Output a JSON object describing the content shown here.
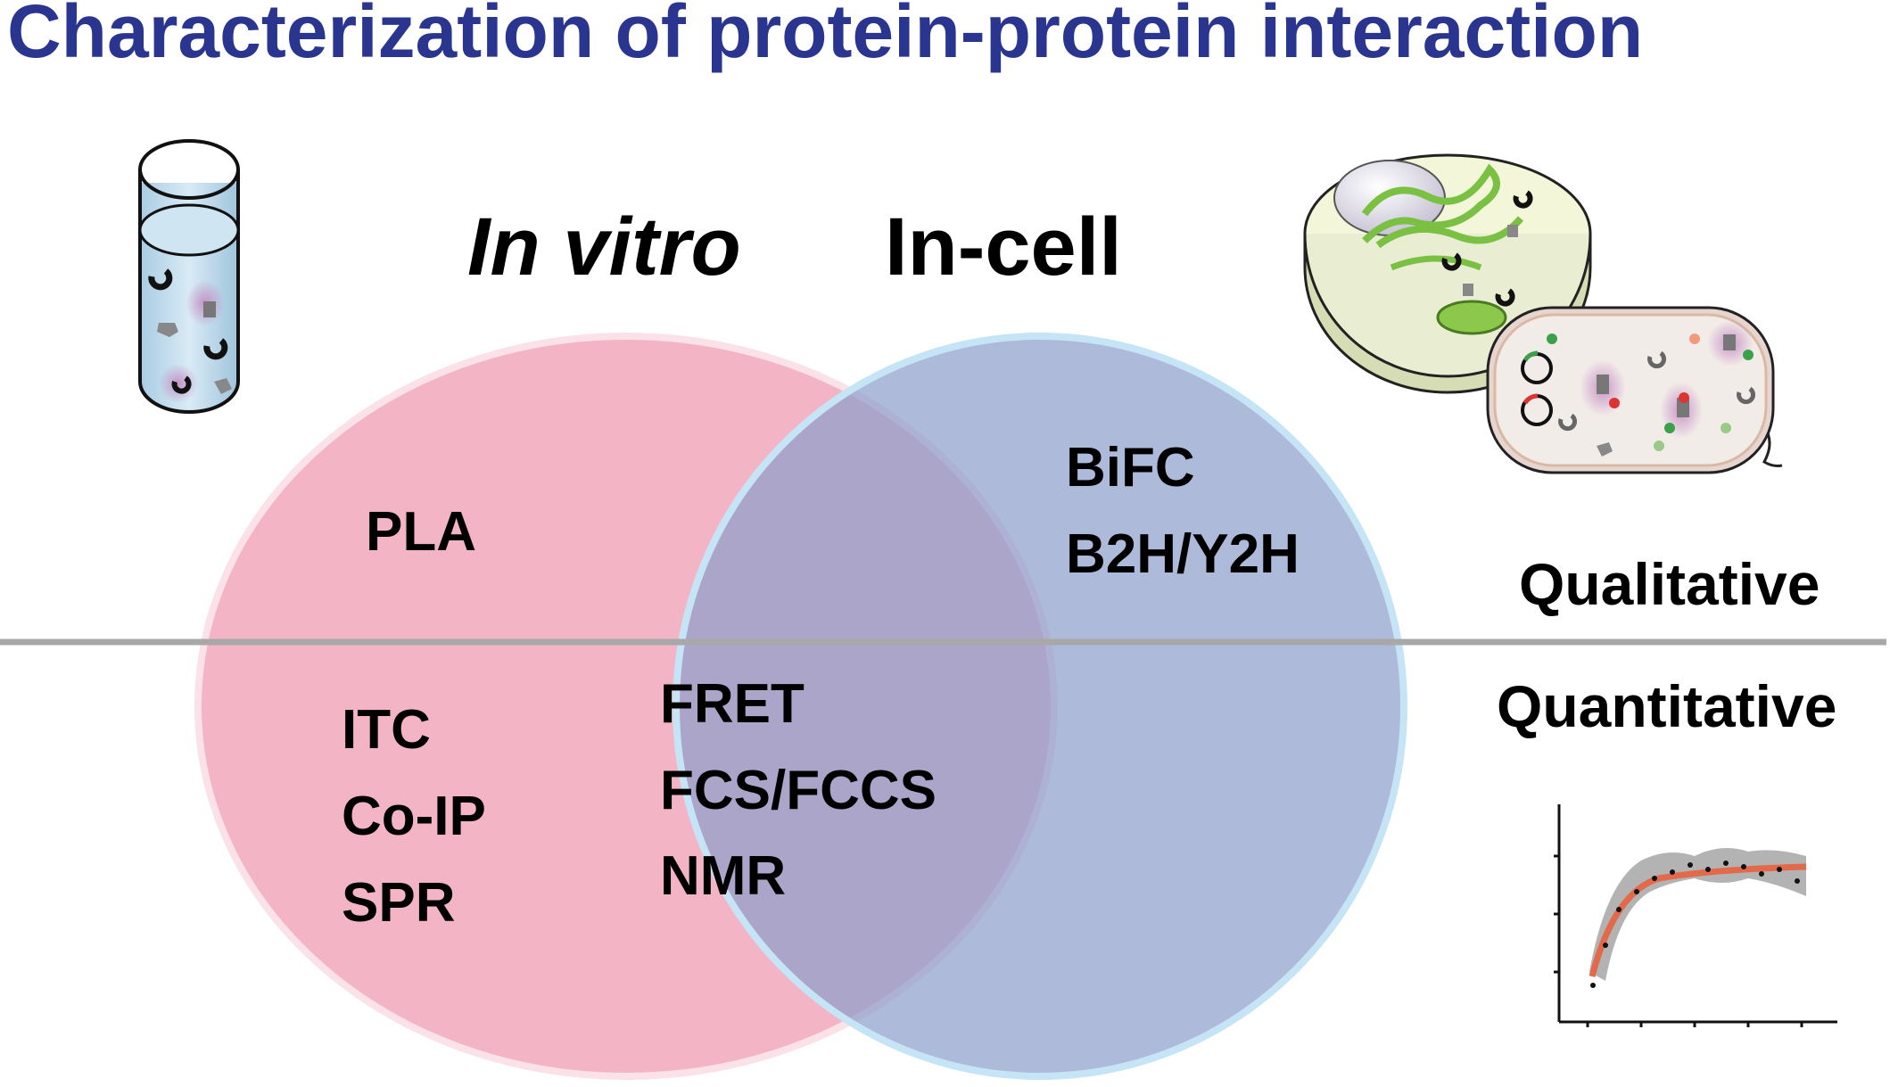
{
  "title": "Characterization of protein-protein interaction",
  "circles": {
    "in_vitro": {
      "label": "In vitro",
      "color": "#f0a3b6"
    },
    "in_cell": {
      "label": "In-cell",
      "color": "#8f9fcc"
    }
  },
  "regions": {
    "in_vitro_only_top": [
      "PLA"
    ],
    "in_cell_only_top": [
      "BiFC",
      "B2H/Y2H"
    ],
    "in_vitro_only_bottom": [
      "ITC",
      "Co-IP",
      "SPR"
    ],
    "overlap_bottom": [
      "FRET",
      "FCS/FCCS",
      "NMR"
    ]
  },
  "axis_labels": {
    "top": "Qualitative",
    "bottom": "Quantitative"
  },
  "colors": {
    "title": "#2a3590",
    "text": "#000000",
    "divider": "#a8a8a8",
    "fit_curve": "#e26a4a",
    "confidence_band": "#9a9a9a"
  },
  "icons": [
    "test-tube-icon",
    "cell-icon",
    "bacteria-icon",
    "binding-curve-icon"
  ]
}
